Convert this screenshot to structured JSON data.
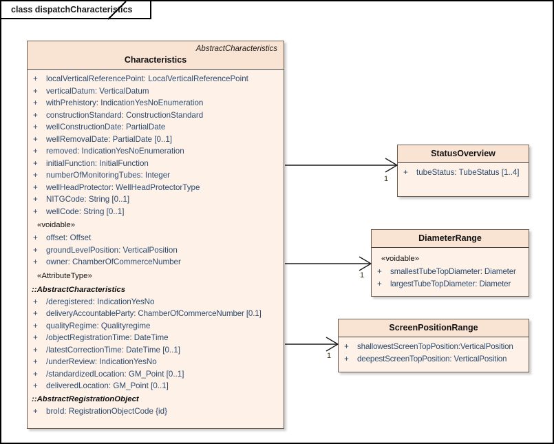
{
  "diagram": {
    "frame_label": "class dispatchCharacteristics",
    "kind": "uml-class-diagram",
    "colors": {
      "class_header_fill": "#f9e3d3",
      "class_body_fill": "#fdf1e8",
      "class_border": "#6b5a4e",
      "attribute_text": "#2b4a6f",
      "name_text": "#101010",
      "canvas_border": "#000000",
      "canvas_fill": "#ffffff"
    }
  },
  "main_class": {
    "stereotype_right": "AbstractCharacteristics",
    "name": "Characteristics",
    "sections": [
      {
        "type": "attributes",
        "rows": [
          {
            "visibility": "+",
            "text": "localVerticalReferencePoint: LocalVerticalReferencePoint"
          },
          {
            "visibility": "+",
            "text": "verticalDatum: VerticalDatum"
          },
          {
            "visibility": "+",
            "text": "withPrehistory: IndicationYesNoEnumeration"
          },
          {
            "visibility": "+",
            "text": "constructionStandard: ConstructionStandard"
          },
          {
            "visibility": "+",
            "text": "wellConstructionDate: PartialDate"
          },
          {
            "visibility": "+",
            "text": "wellRemovalDate: PartialDate [0..1]"
          },
          {
            "visibility": "+",
            "text": "removed: IndicationYesNoEnumeration"
          },
          {
            "visibility": "+",
            "text": "initialFunction: InitialFunction"
          },
          {
            "visibility": "+",
            "text": "numberOfMonitoringTubes: Integer"
          },
          {
            "visibility": "+",
            "text": "wellHeadProtector: WellHeadProtectorType"
          },
          {
            "visibility": "+",
            "text": "NITGCode: String [0..1]"
          },
          {
            "visibility": "+",
            "text": "wellCode: String [0..1]"
          }
        ]
      },
      {
        "type": "stereotype",
        "label": "«voidable»",
        "rows": [
          {
            "visibility": "+",
            "text": "offset: Offset"
          },
          {
            "visibility": "+",
            "text": "groundLevelPosition: VerticalPosition"
          },
          {
            "visibility": "+",
            "text": "owner: ChamberOfCommerceNumber"
          }
        ]
      },
      {
        "type": "stereotype",
        "label": "«AttributeType»",
        "rows": []
      },
      {
        "type": "group",
        "label": "::AbstractCharacteristics",
        "rows": [
          {
            "visibility": "+",
            "text": "/deregistered: IndicationYesNo"
          },
          {
            "visibility": "+",
            "text": "deliveryAccountableParty: ChamberOfCommerceNumber [0.1]",
            "condensed": true
          },
          {
            "visibility": "+",
            "text": "qualityRegime: Qualityregime"
          },
          {
            "visibility": "+",
            "text": "/objectRegistrationTime: DateTime"
          },
          {
            "visibility": "+",
            "text": "/latestCorrectionTime: DateTime [0..1]"
          },
          {
            "visibility": "+",
            "text": "/underReview: IndicationYesNo"
          },
          {
            "visibility": "+",
            "text": "/standardizedLocation: GM_Point [0..1]"
          },
          {
            "visibility": "+",
            "text": "deliveredLocation: GM_Point [0..1]"
          }
        ]
      },
      {
        "type": "group",
        "label": "::AbstractRegistrationObject",
        "rows": [
          {
            "visibility": "+",
            "text": "broId: RegistrationObjectCode {id}"
          }
        ]
      }
    ]
  },
  "related_classes": [
    {
      "id": "status-overview",
      "name": "StatusOverview",
      "sections": [
        {
          "type": "attributes",
          "rows": [
            {
              "visibility": "+",
              "text": "tubeStatus: TubeStatus [1..4]"
            }
          ]
        }
      ]
    },
    {
      "id": "diameter-range",
      "name": "DiameterRange",
      "sections": [
        {
          "type": "stereotype",
          "label": "«voidable»",
          "rows": [
            {
              "visibility": "+",
              "text": "smallestTubeTopDiameter: Diameter",
              "condensed": true
            },
            {
              "visibility": "+",
              "text": "largestTubeTopDiameter: Diameter",
              "condensed": true
            }
          ]
        }
      ]
    },
    {
      "id": "screen-position-range",
      "name": "ScreenPositionRange",
      "sections": [
        {
          "type": "attributes",
          "rows": [
            {
              "visibility": "+",
              "text": "shallowestScreenTopPosition:VerticalPosition",
              "condensed": true
            },
            {
              "visibility": "+",
              "text": "deepestScreenTopPosition: VerticalPosition",
              "condensed": true
            }
          ]
        }
      ]
    }
  ],
  "connectors": [
    {
      "id": "conn-status-overview",
      "target": "StatusOverview",
      "target_multiplicity": "1",
      "arrow": "open-association"
    },
    {
      "id": "conn-diameter-range",
      "target": "DiameterRange",
      "target_multiplicity": "1",
      "arrow": "open-association"
    },
    {
      "id": "conn-screen-position-range",
      "target": "ScreenPositionRange",
      "target_multiplicity": "1",
      "arrow": "open-association"
    }
  ]
}
